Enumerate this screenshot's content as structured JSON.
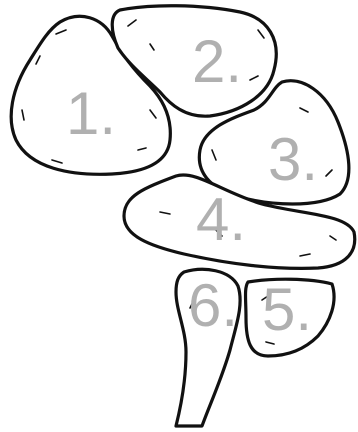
{
  "colors": {
    "outline": "#111111",
    "fill": "#ffffff",
    "label": "#b0b0b0"
  },
  "regions": [
    {
      "id": "1",
      "label": "1."
    },
    {
      "id": "2",
      "label": "2."
    },
    {
      "id": "3",
      "label": "3."
    },
    {
      "id": "4",
      "label": "4."
    },
    {
      "id": "5",
      "label": "5."
    },
    {
      "id": "6",
      "label": "6."
    }
  ]
}
